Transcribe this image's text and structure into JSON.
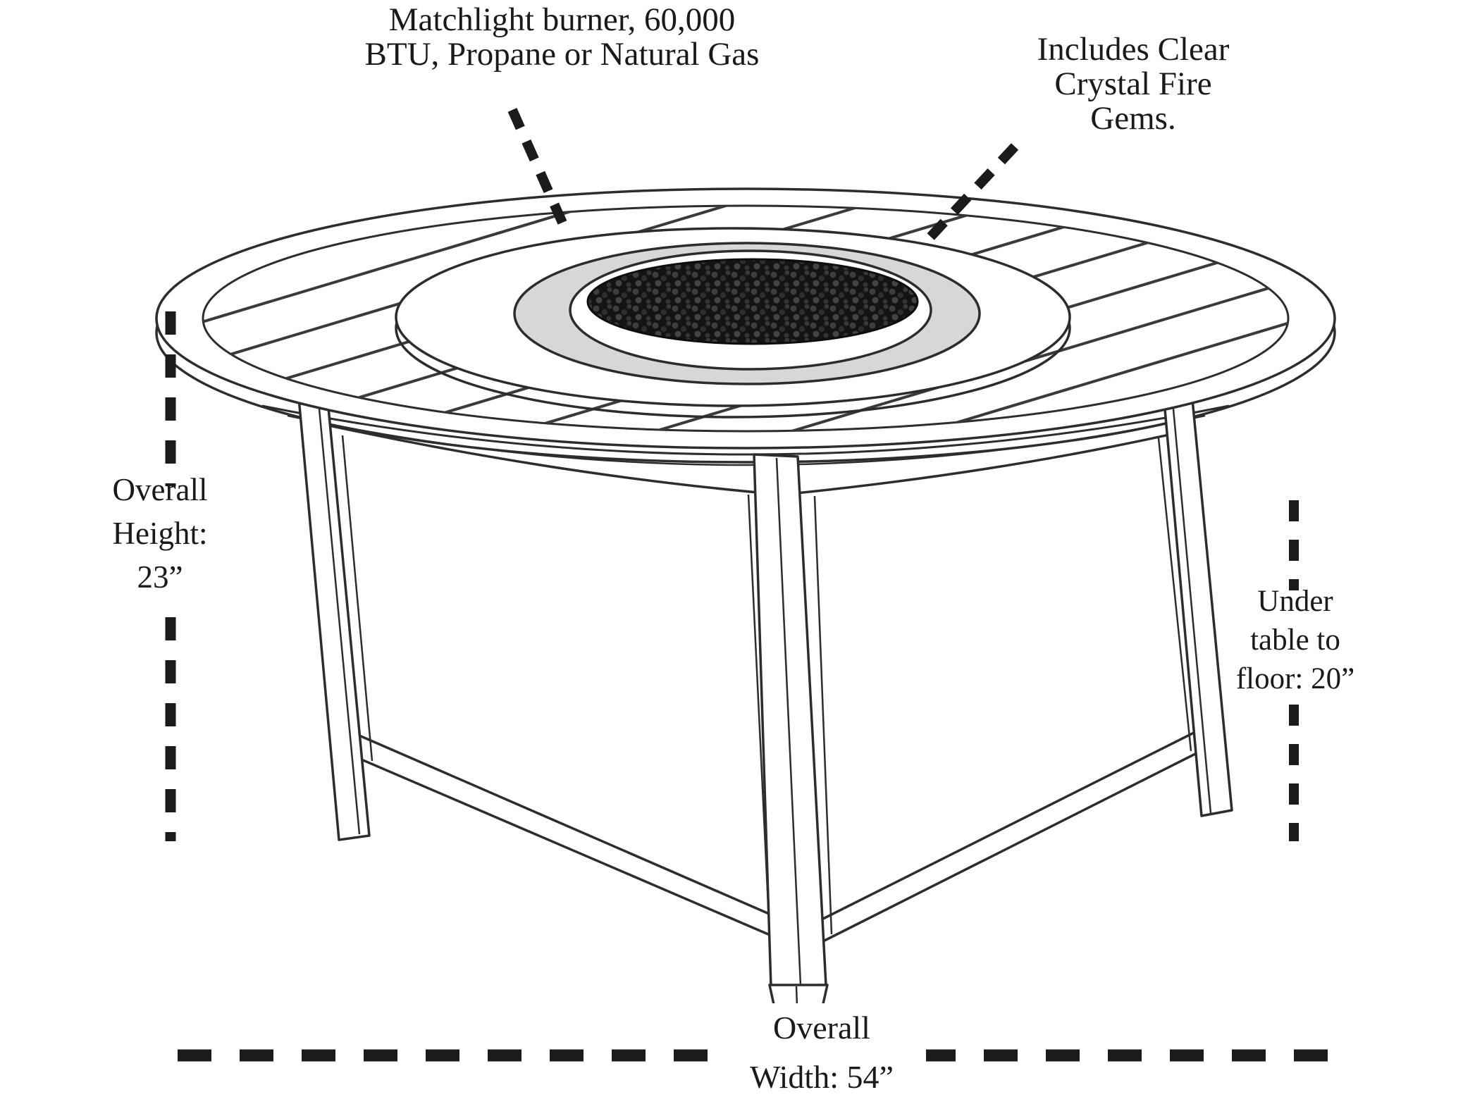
{
  "page": {
    "background": "#ffffff",
    "ink": "#1f1f1f",
    "gem_fill": "#141414"
  },
  "annotations": {
    "burner": {
      "lines": [
        "Matchlight burner, 60,000",
        "BTU, Propane or Natural Gas"
      ]
    },
    "gems": {
      "lines": [
        "Includes Clear",
        "Crystal Fire",
        "Gems."
      ]
    },
    "overall_height": {
      "lines": [
        "Overall",
        "Height:",
        "23”"
      ]
    },
    "under_table": {
      "lines": [
        "Under",
        "table to",
        "floor: 20”"
      ]
    },
    "overall_width": {
      "lines": [
        "Overall",
        "Width: 54”"
      ]
    }
  }
}
